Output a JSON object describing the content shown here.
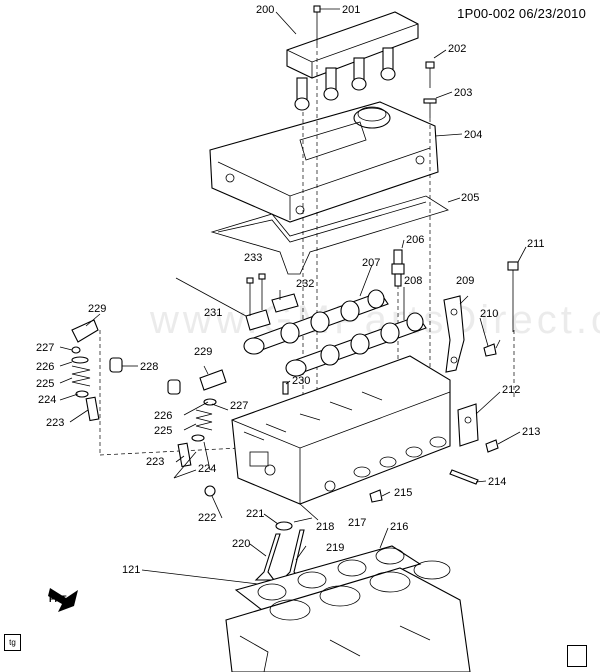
{
  "header": {
    "code": "1P00-002 06/23/2010"
  },
  "watermark": "www.GMPartsDirect.com",
  "corner_tag": "tg",
  "direction_label": "FRT",
  "callouts": [
    {
      "id": "c200",
      "label": "200"
    },
    {
      "id": "c201",
      "label": "201"
    },
    {
      "id": "c202",
      "label": "202"
    },
    {
      "id": "c203",
      "label": "203"
    },
    {
      "id": "c204",
      "label": "204"
    },
    {
      "id": "c205",
      "label": "205"
    },
    {
      "id": "c206",
      "label": "206"
    },
    {
      "id": "c207",
      "label": "207"
    },
    {
      "id": "c208",
      "label": "208"
    },
    {
      "id": "c209",
      "label": "209"
    },
    {
      "id": "c210",
      "label": "210"
    },
    {
      "id": "c211",
      "label": "211"
    },
    {
      "id": "c212",
      "label": "212"
    },
    {
      "id": "c213",
      "label": "213"
    },
    {
      "id": "c214",
      "label": "214"
    },
    {
      "id": "c215",
      "label": "215"
    },
    {
      "id": "c216",
      "label": "216"
    },
    {
      "id": "c217",
      "label": "217"
    },
    {
      "id": "c218",
      "label": "218"
    },
    {
      "id": "c219",
      "label": "219"
    },
    {
      "id": "c220",
      "label": "220"
    },
    {
      "id": "c221",
      "label": "221"
    },
    {
      "id": "c222",
      "label": "222"
    },
    {
      "id": "c223a",
      "label": "223"
    },
    {
      "id": "c223b",
      "label": "223"
    },
    {
      "id": "c224a",
      "label": "224"
    },
    {
      "id": "c224b",
      "label": "224"
    },
    {
      "id": "c225a",
      "label": "225"
    },
    {
      "id": "c225b",
      "label": "225"
    },
    {
      "id": "c226a",
      "label": "226"
    },
    {
      "id": "c226b",
      "label": "226"
    },
    {
      "id": "c227a",
      "label": "227"
    },
    {
      "id": "c227b",
      "label": "227"
    },
    {
      "id": "c228",
      "label": "228"
    },
    {
      "id": "c229a",
      "label": "229"
    },
    {
      "id": "c229b",
      "label": "229"
    },
    {
      "id": "c230",
      "label": "230"
    },
    {
      "id": "c231",
      "label": "231"
    },
    {
      "id": "c232",
      "label": "232"
    },
    {
      "id": "c233",
      "label": "233"
    },
    {
      "id": "c121",
      "label": "121"
    }
  ]
}
